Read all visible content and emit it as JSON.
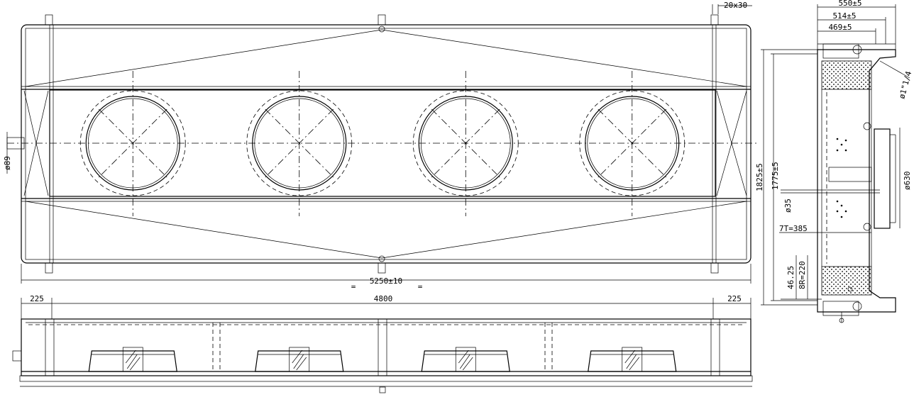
{
  "dimensions": {
    "overall_length": "5250±10",
    "fan_span": "4800",
    "end_left": "225",
    "end_right": "225",
    "bracket_size": "20x30",
    "inlet_diameter": "ø89",
    "depth_outer": "550±5",
    "depth_mid": "514±5",
    "depth_inner": "469±5",
    "pipe_size": "ø1\"1/4",
    "fan_diameter": "ø630",
    "height_outer": "1825±5",
    "height_inner": "1775±5",
    "drain_diameter": "ø35",
    "tube_rows": "7T=385",
    "bend_radius": "8R=220",
    "offset": "46.25",
    "equal_left": "=",
    "equal_right": "="
  },
  "fans": {
    "count": 4
  }
}
